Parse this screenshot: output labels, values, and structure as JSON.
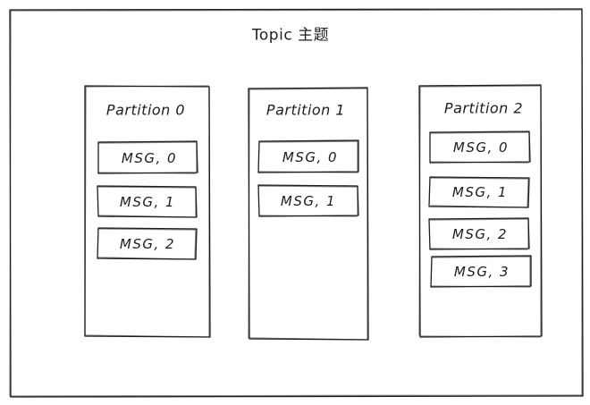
{
  "topic": {
    "title": "Topic 主题"
  },
  "partitions": [
    {
      "title": "Partition 0",
      "messages": [
        "MSG, 0",
        "MSG, 1",
        "MSG, 2"
      ]
    },
    {
      "title": "Partition 1",
      "messages": [
        "MSG, 0",
        "MSG, 1"
      ]
    },
    {
      "title": "Partition 2",
      "messages": [
        "MSG, 0",
        "MSG, 1",
        "MSG, 2",
        "MSG, 3"
      ]
    }
  ],
  "style": {
    "stroke_color": "#1e1e1e",
    "background": "#ffffff"
  }
}
